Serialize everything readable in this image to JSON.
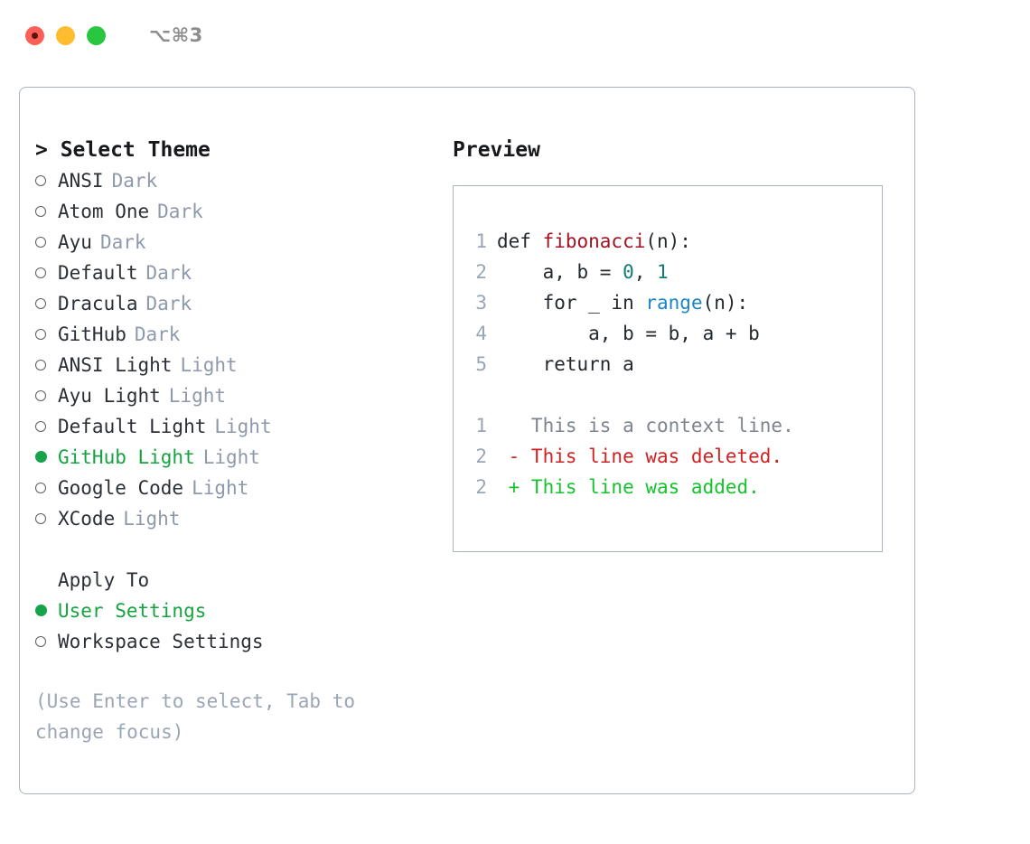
{
  "window": {
    "title": "⌥⌘3",
    "traffic_lights": [
      "close-red",
      "minimize-yellow",
      "zoom-green"
    ]
  },
  "colors": {
    "selected_green": "#15a43f",
    "marker_green": "#16a34a",
    "variant_gray": "#8e9aab",
    "hint_gray": "#9aa5b5",
    "border": "#a9b3c1",
    "code_fn": "#a11222",
    "code_num": "#0f7c72",
    "code_call": "#1a86c4",
    "diff_del": "#cf2222",
    "diff_add": "#16c22d",
    "diff_ctx": "#7d8590"
  },
  "theme_picker": {
    "heading": "> Select Theme",
    "items": [
      {
        "label": "ANSI",
        "variant": "Dark",
        "selected": false,
        "marker": "○"
      },
      {
        "label": "Atom One",
        "variant": "Dark",
        "selected": false,
        "marker": "○"
      },
      {
        "label": "Ayu",
        "variant": "Dark",
        "selected": false,
        "marker": "○"
      },
      {
        "label": "Default",
        "variant": "Dark",
        "selected": false,
        "marker": "○"
      },
      {
        "label": "Dracula",
        "variant": "Dark",
        "selected": false,
        "marker": "○"
      },
      {
        "label": "GitHub",
        "variant": "Dark",
        "selected": false,
        "marker": "○"
      },
      {
        "label": "ANSI Light",
        "variant": "Light",
        "selected": false,
        "marker": "○"
      },
      {
        "label": "Ayu Light",
        "variant": "Light",
        "selected": false,
        "marker": "○"
      },
      {
        "label": "Default Light",
        "variant": "Light",
        "selected": false,
        "marker": "○"
      },
      {
        "label": "GitHub Light",
        "variant": "Light",
        "selected": true,
        "marker": "●"
      },
      {
        "label": "Google Code",
        "variant": "Light",
        "selected": false,
        "marker": "○"
      },
      {
        "label": "XCode",
        "variant": "Light",
        "selected": false,
        "marker": "○"
      }
    ]
  },
  "apply_to": {
    "heading": "Apply To",
    "items": [
      {
        "label": "User Settings",
        "selected": true,
        "marker": "●"
      },
      {
        "label": "Workspace Settings",
        "selected": false,
        "marker": "○"
      }
    ]
  },
  "hint": "(Use Enter to select, Tab to change focus)",
  "preview": {
    "heading": "Preview",
    "code_lines": [
      {
        "n": "1",
        "segments": [
          {
            "t": "def ",
            "c": "plain"
          },
          {
            "t": "fibonacci",
            "c": "fn"
          },
          {
            "t": "(n):",
            "c": "plain"
          }
        ]
      },
      {
        "n": "2",
        "segments": [
          {
            "t": "    a, b = ",
            "c": "plain"
          },
          {
            "t": "0",
            "c": "num"
          },
          {
            "t": ", ",
            "c": "plain"
          },
          {
            "t": "1",
            "c": "num"
          }
        ]
      },
      {
        "n": "3",
        "segments": [
          {
            "t": "    for _ in ",
            "c": "plain"
          },
          {
            "t": "range",
            "c": "call"
          },
          {
            "t": "(n):",
            "c": "plain"
          }
        ]
      },
      {
        "n": "4",
        "segments": [
          {
            "t": "        a, b = b, a + b",
            "c": "plain"
          }
        ]
      },
      {
        "n": "5",
        "segments": [
          {
            "t": "    return a",
            "c": "plain"
          }
        ]
      }
    ],
    "diff_lines": [
      {
        "n": "1",
        "sign": "  ",
        "text": "This is a context line.",
        "kind": "ctx"
      },
      {
        "n": "2",
        "sign": "- ",
        "text": "This line was deleted.",
        "kind": "del"
      },
      {
        "n": "2",
        "sign": "+ ",
        "text": "This line was added.",
        "kind": "add"
      }
    ]
  }
}
